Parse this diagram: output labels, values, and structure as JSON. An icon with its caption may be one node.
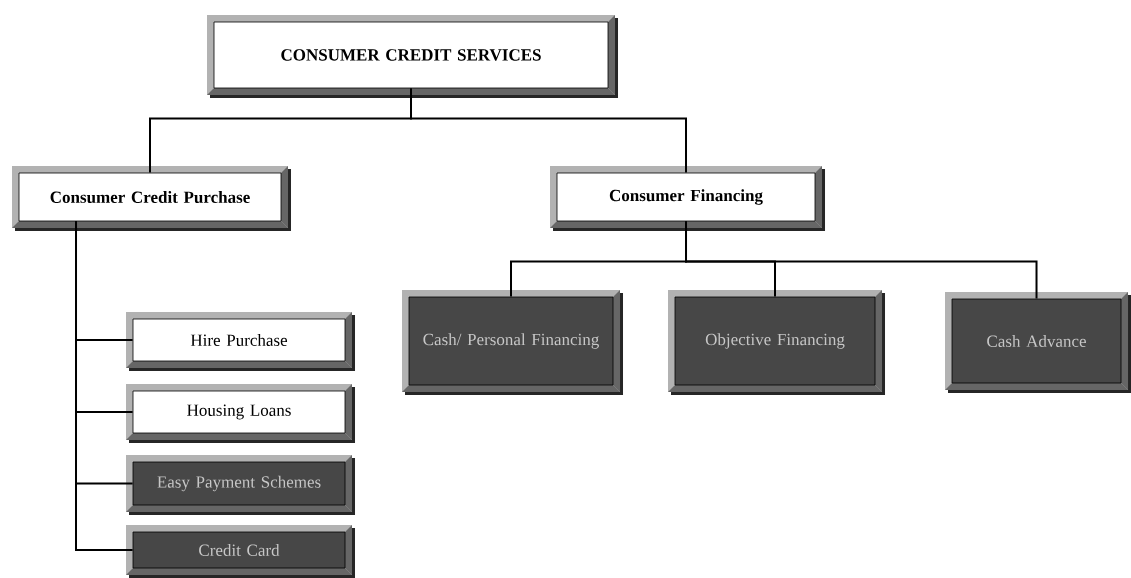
{
  "diagram": {
    "nodes": [
      {
        "text": [
          "CONSUMER CREDIT SERVICES"
        ]
      },
      {
        "text": [
          "Consumer Credit Purchase"
        ]
      },
      {
        "text": [
          "Consumer Financing"
        ]
      },
      {
        "text": [
          "Cash/ Personal Financing"
        ]
      },
      {
        "text": [
          "Objective Financing"
        ]
      },
      {
        "text": [
          "Cash Advance"
        ]
      },
      {
        "text": [
          "Hire Purchase"
        ]
      },
      {
        "text": [
          "Housing Loans"
        ]
      },
      {
        "text": [
          "Easy Payment Schemes"
        ]
      },
      {
        "text": [
          "Credit Card"
        ]
      }
    ],
    "edges": [
      {
        "from": 0,
        "to": 1,
        "arrow": "none"
      },
      {
        "from": 0,
        "to": 2,
        "arrow": "none"
      },
      {
        "from": 1,
        "to": 6,
        "arrow": "none"
      },
      {
        "from": 1,
        "to": 7,
        "arrow": "none"
      },
      {
        "from": 1,
        "to": 8,
        "arrow": "none"
      },
      {
        "from": 1,
        "to": 9,
        "arrow": "none"
      },
      {
        "from": 2,
        "to": 3,
        "arrow": "none"
      },
      {
        "from": 2,
        "to": 4,
        "arrow": "none"
      },
      {
        "from": 2,
        "to": 5,
        "arrow": "none"
      }
    ]
  }
}
